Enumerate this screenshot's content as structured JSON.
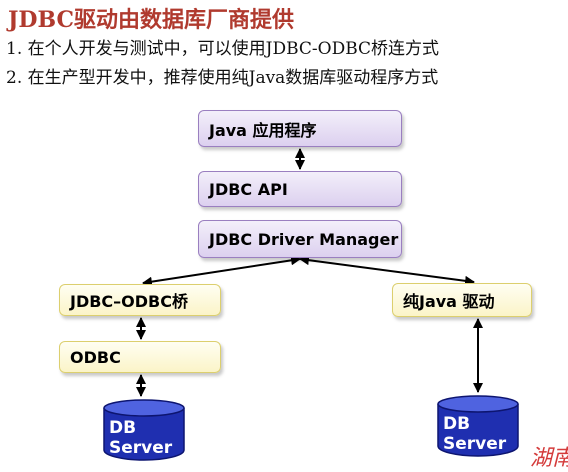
{
  "title": "JDBC驱动由数据库厂商提供",
  "lines": [
    "1. 在个人开发与测试中，可以使用JDBC-ODBC桥连方式",
    "2. 在生产型开发中，推荐使用纯Java数据库驱动程序方式"
  ],
  "boxes": {
    "java_app": "Java 应用程序",
    "jdbc_api": "JDBC API",
    "driver_manager": "JDBC Driver Manager",
    "jdbc_odbc_bridge": "JDBC–ODBC桥",
    "odbc": "ODBC",
    "pure_java_driver": "纯Java 驱动"
  },
  "databases": [
    {
      "line1": "DB",
      "line2": "Server"
    },
    {
      "line1": "DB",
      "line2": "Server"
    }
  ],
  "colors": {
    "title": "#b03a2e",
    "purple_box": "#dcd0ef",
    "yellow_box": "#fbf4c8",
    "database": "#1f2fb0"
  },
  "stamp": "湖南"
}
